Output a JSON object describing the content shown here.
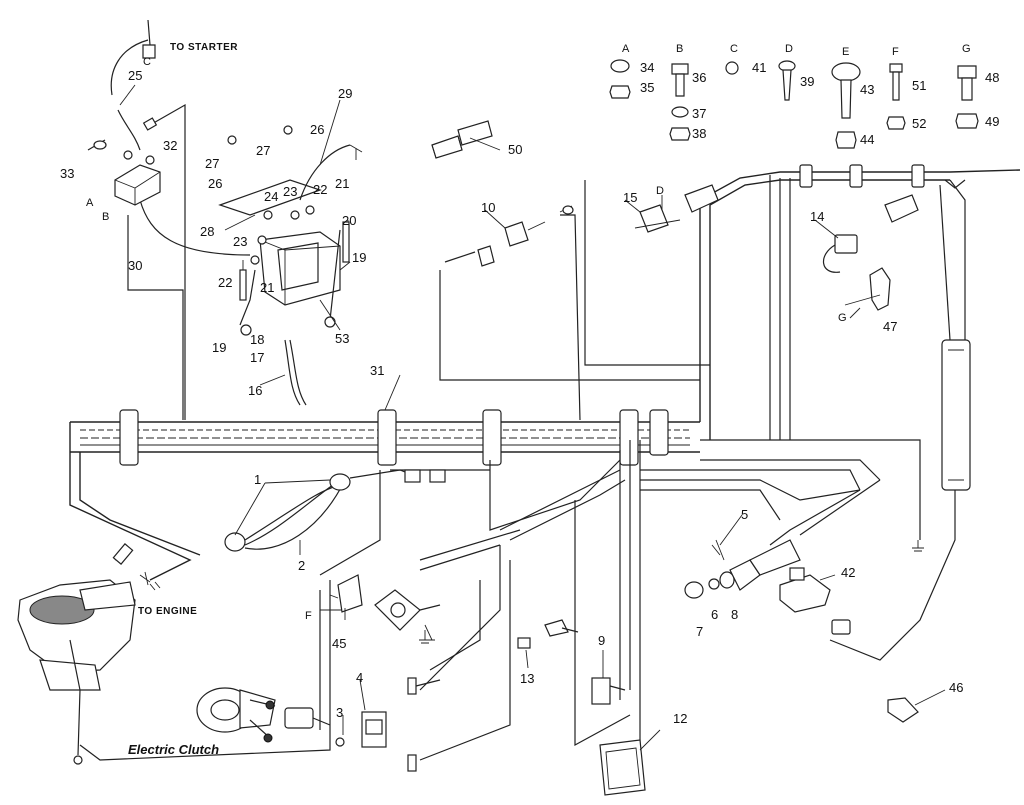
{
  "labels": {
    "to_starter": "TO STARTER",
    "to_engine": "TO ENGINE",
    "electric_clutch": "Electric Clutch"
  },
  "hardware_headers": [
    "A",
    "B",
    "C",
    "D",
    "E",
    "F",
    "G"
  ],
  "part_numbers": {
    "p1": "1",
    "p2": "2",
    "p3": "3",
    "p4": "4",
    "p5": "5",
    "p6": "6",
    "p7": "7",
    "p8": "8",
    "p9": "9",
    "p10": "10",
    "p12": "12",
    "p13": "13",
    "p14": "14",
    "p15": "15",
    "p16": "16",
    "p17": "17",
    "p18": "18",
    "p19a": "19",
    "p19b": "19",
    "p20": "20",
    "p21a": "21",
    "p21b": "21",
    "p22a": "22",
    "p22b": "22",
    "p23a": "23",
    "p23b": "23",
    "p24": "24",
    "p25": "25",
    "p26a": "26",
    "p26b": "26",
    "p27a": "27",
    "p27b": "27",
    "p28": "28",
    "p29": "29",
    "p30": "30",
    "p31": "31",
    "p32": "32",
    "p33": "33",
    "p34": "34",
    "p35": "35",
    "p36": "36",
    "p37": "37",
    "p38": "38",
    "p39": "39",
    "p41": "41",
    "p42": "42",
    "p43": "43",
    "p44": "44",
    "p45": "45",
    "p46": "46",
    "p47": "47",
    "p48": "48",
    "p49": "49",
    "p50": "50",
    "p51": "51",
    "p52": "52",
    "p53": "53"
  },
  "callout_letters": {
    "a_left": "A",
    "b_left": "B",
    "c_top": "C",
    "d_mid": "D",
    "f_left": "F",
    "g_right": "G"
  }
}
